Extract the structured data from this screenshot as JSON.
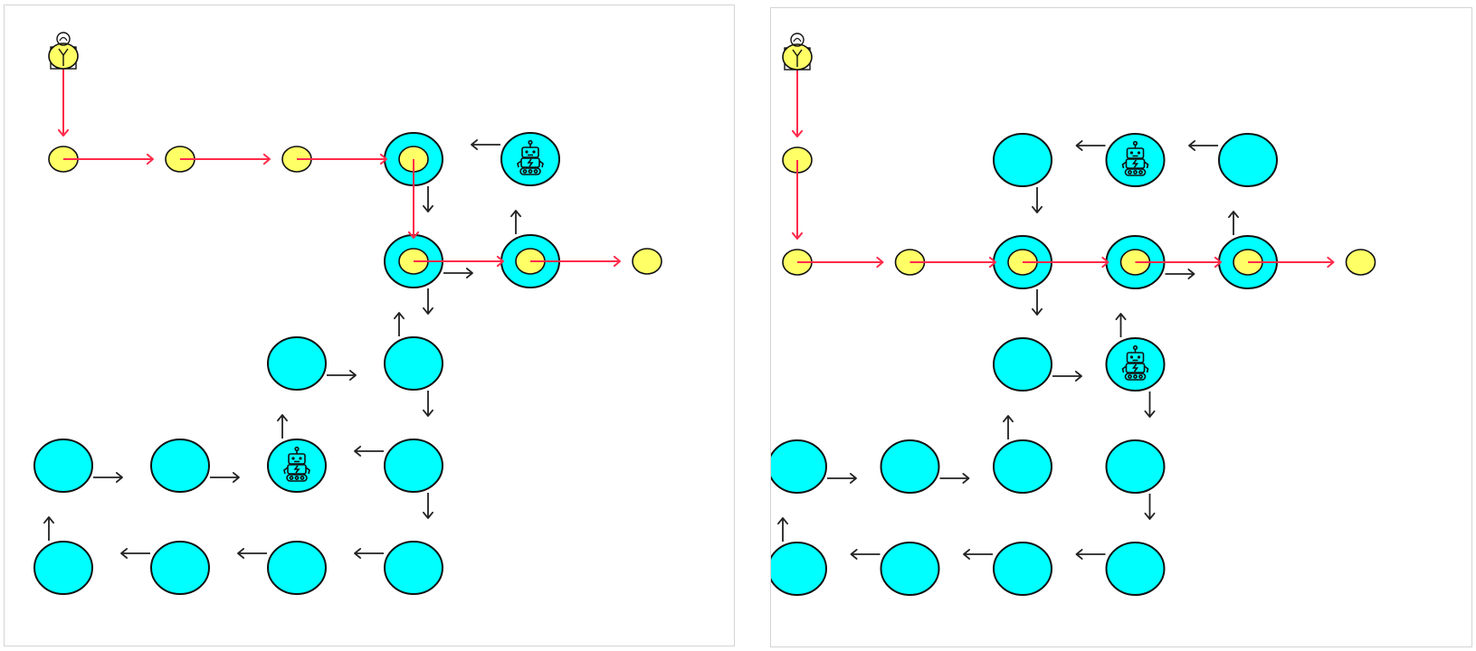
{
  "colors": {
    "node_fill": "#00ffff",
    "token_fill": "#ffff66",
    "path_color": "#ff2a4a",
    "arrow_color": "#222222",
    "outline": "#111111"
  },
  "icons": [
    "person-start-icon",
    "robot-icon"
  ],
  "panels": [
    {
      "name": "panel-left",
      "start": [
        0,
        0
      ],
      "nodes": [
        {
          "r": 1,
          "c": 3,
          "robot": false,
          "token": true
        },
        {
          "r": 1,
          "c": 4,
          "robot": true,
          "token": false
        },
        {
          "r": 2,
          "c": 3,
          "robot": false,
          "token": true
        },
        {
          "r": 2,
          "c": 4,
          "robot": false,
          "token": true
        },
        {
          "r": 3,
          "c": 2,
          "robot": false,
          "token": false
        },
        {
          "r": 3,
          "c": 3,
          "robot": false,
          "token": false
        },
        {
          "r": 4,
          "c": 0,
          "robot": false,
          "token": false
        },
        {
          "r": 4,
          "c": 1,
          "robot": false,
          "token": false
        },
        {
          "r": 4,
          "c": 2,
          "robot": true,
          "token": false
        },
        {
          "r": 4,
          "c": 3,
          "robot": false,
          "token": false
        },
        {
          "r": 5,
          "c": 0,
          "robot": false,
          "token": false
        },
        {
          "r": 5,
          "c": 1,
          "robot": false,
          "token": false
        },
        {
          "r": 5,
          "c": 2,
          "robot": false,
          "token": false
        },
        {
          "r": 5,
          "c": 3,
          "robot": false,
          "token": false
        }
      ],
      "free_tokens": [
        [
          1,
          0
        ],
        [
          1,
          1
        ],
        [
          1,
          2
        ],
        [
          2,
          5
        ]
      ],
      "flow": [
        {
          "r": 1,
          "c": 4,
          "d": "W"
        },
        {
          "r": 1,
          "c": 3,
          "d": "S"
        },
        {
          "r": 2,
          "c": 3,
          "d": "E"
        },
        {
          "r": 2,
          "c": 3,
          "d": "S"
        },
        {
          "r": 2,
          "c": 4,
          "d": "N"
        },
        {
          "r": 3,
          "c": 2,
          "d": "E"
        },
        {
          "r": 3,
          "c": 3,
          "d": "N"
        },
        {
          "r": 3,
          "c": 3,
          "d": "S"
        },
        {
          "r": 4,
          "c": 0,
          "d": "E"
        },
        {
          "r": 4,
          "c": 1,
          "d": "E"
        },
        {
          "r": 4,
          "c": 2,
          "d": "N"
        },
        {
          "r": 4,
          "c": 3,
          "d": "W"
        },
        {
          "r": 4,
          "c": 3,
          "d": "S"
        },
        {
          "r": 5,
          "c": 0,
          "d": "N"
        },
        {
          "r": 5,
          "c": 1,
          "d": "W"
        },
        {
          "r": 5,
          "c": 2,
          "d": "W"
        },
        {
          "r": 5,
          "c": 3,
          "d": "W"
        }
      ],
      "path": [
        [
          0,
          0
        ],
        [
          1,
          0
        ],
        [
          1,
          1
        ],
        [
          1,
          2
        ],
        [
          1,
          3
        ],
        [
          2,
          3
        ],
        [
          2,
          4
        ],
        [
          2,
          5
        ]
      ]
    },
    {
      "name": "panel-right",
      "start": [
        0,
        0
      ],
      "nodes": [
        {
          "r": 1,
          "c": 2,
          "robot": false,
          "token": false
        },
        {
          "r": 1,
          "c": 3,
          "robot": true,
          "token": false
        },
        {
          "r": 1,
          "c": 4,
          "robot": false,
          "token": false
        },
        {
          "r": 2,
          "c": 2,
          "robot": false,
          "token": true
        },
        {
          "r": 2,
          "c": 3,
          "robot": false,
          "token": true
        },
        {
          "r": 2,
          "c": 4,
          "robot": false,
          "token": true
        },
        {
          "r": 3,
          "c": 2,
          "robot": false,
          "token": false
        },
        {
          "r": 3,
          "c": 3,
          "robot": true,
          "token": false
        },
        {
          "r": 4,
          "c": 0,
          "robot": false,
          "token": false
        },
        {
          "r": 4,
          "c": 1,
          "robot": false,
          "token": false
        },
        {
          "r": 4,
          "c": 2,
          "robot": false,
          "token": false
        },
        {
          "r": 4,
          "c": 3,
          "robot": false,
          "token": false
        },
        {
          "r": 5,
          "c": 0,
          "robot": false,
          "token": false
        },
        {
          "r": 5,
          "c": 1,
          "robot": false,
          "token": false
        },
        {
          "r": 5,
          "c": 2,
          "robot": false,
          "token": false
        },
        {
          "r": 5,
          "c": 3,
          "robot": false,
          "token": false
        }
      ],
      "free_tokens": [
        [
          1,
          0
        ],
        [
          2,
          0
        ],
        [
          2,
          1
        ],
        [
          2,
          5
        ]
      ],
      "flow": [
        {
          "r": 1,
          "c": 3,
          "d": "W"
        },
        {
          "r": 1,
          "c": 4,
          "d": "W"
        },
        {
          "r": 1,
          "c": 2,
          "d": "S"
        },
        {
          "r": 2,
          "c": 2,
          "d": "S"
        },
        {
          "r": 2,
          "c": 3,
          "d": "E"
        },
        {
          "r": 2,
          "c": 4,
          "d": "N"
        },
        {
          "r": 3,
          "c": 2,
          "d": "E"
        },
        {
          "r": 3,
          "c": 3,
          "d": "N"
        },
        {
          "r": 3,
          "c": 3,
          "d": "S"
        },
        {
          "r": 4,
          "c": 0,
          "d": "E"
        },
        {
          "r": 4,
          "c": 1,
          "d": "E"
        },
        {
          "r": 4,
          "c": 2,
          "d": "N"
        },
        {
          "r": 4,
          "c": 3,
          "d": "S"
        },
        {
          "r": 5,
          "c": 0,
          "d": "N"
        },
        {
          "r": 5,
          "c": 1,
          "d": "W"
        },
        {
          "r": 5,
          "c": 2,
          "d": "W"
        },
        {
          "r": 5,
          "c": 3,
          "d": "W"
        }
      ],
      "path": [
        [
          0,
          0
        ],
        [
          1,
          0
        ],
        [
          2,
          0
        ],
        [
          2,
          1
        ],
        [
          2,
          2
        ],
        [
          2,
          3
        ],
        [
          2,
          4
        ],
        [
          2,
          5
        ]
      ]
    }
  ]
}
